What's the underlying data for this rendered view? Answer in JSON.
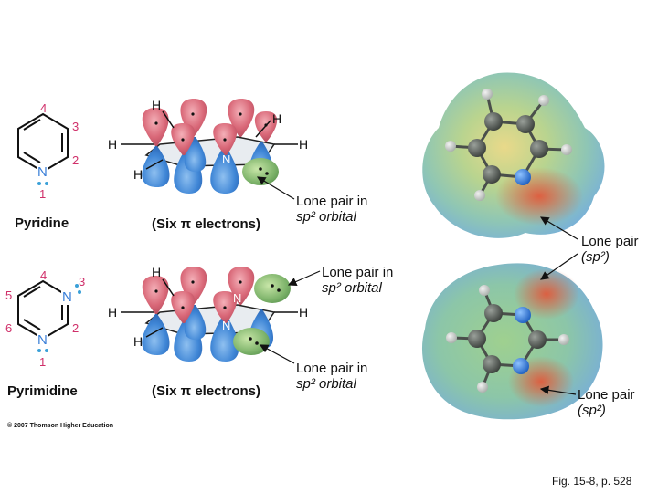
{
  "pyridine": {
    "name": "Pyridine",
    "pi_caption": "(Six π electrons)",
    "numbers": [
      "4",
      "3",
      "2",
      "1"
    ],
    "N": "N",
    "H": "H",
    "lone_pair_line1": "Lone pair in",
    "lone_pair_line2": "sp² orbital",
    "map_lone_pair_line1": "Lone pair",
    "map_lone_pair_line2": "(sp²)"
  },
  "pyrimidine": {
    "name": "Pyrimidine",
    "pi_caption": "(Six π electrons)",
    "numbers": [
      "4",
      "3",
      "5",
      "2",
      "6",
      "1"
    ],
    "N": "N",
    "H": "H",
    "lone_pair_line1": "Lone pair in",
    "lone_pair_line2": "sp² orbital",
    "lone_pair_b_line1": "Lone pair in",
    "lone_pair_b_line2": "sp² orbital",
    "map_lone_pair_line1": "Lone pair",
    "map_lone_pair_line2": "(sp²)"
  },
  "copyright": "© 2007 Thomson Higher Education",
  "figure_ref": "Fig. 15-8, p. 528",
  "colors": {
    "number_pink": "#d0306a",
    "nitrogen_blue": "#3a7fd8",
    "lobe_red": "#d96878",
    "lobe_blue": "#3f86d6",
    "lone_pair_green": "#7db36a"
  }
}
